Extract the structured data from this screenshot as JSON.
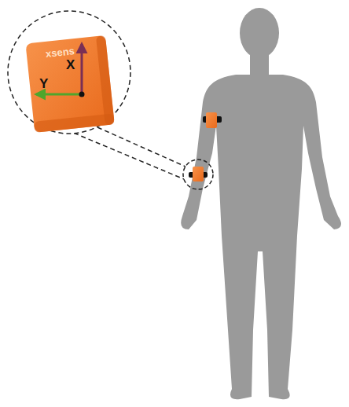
{
  "diagram": {
    "labels": [
      "xsens",
      "X",
      "Y"
    ]
  }
}
